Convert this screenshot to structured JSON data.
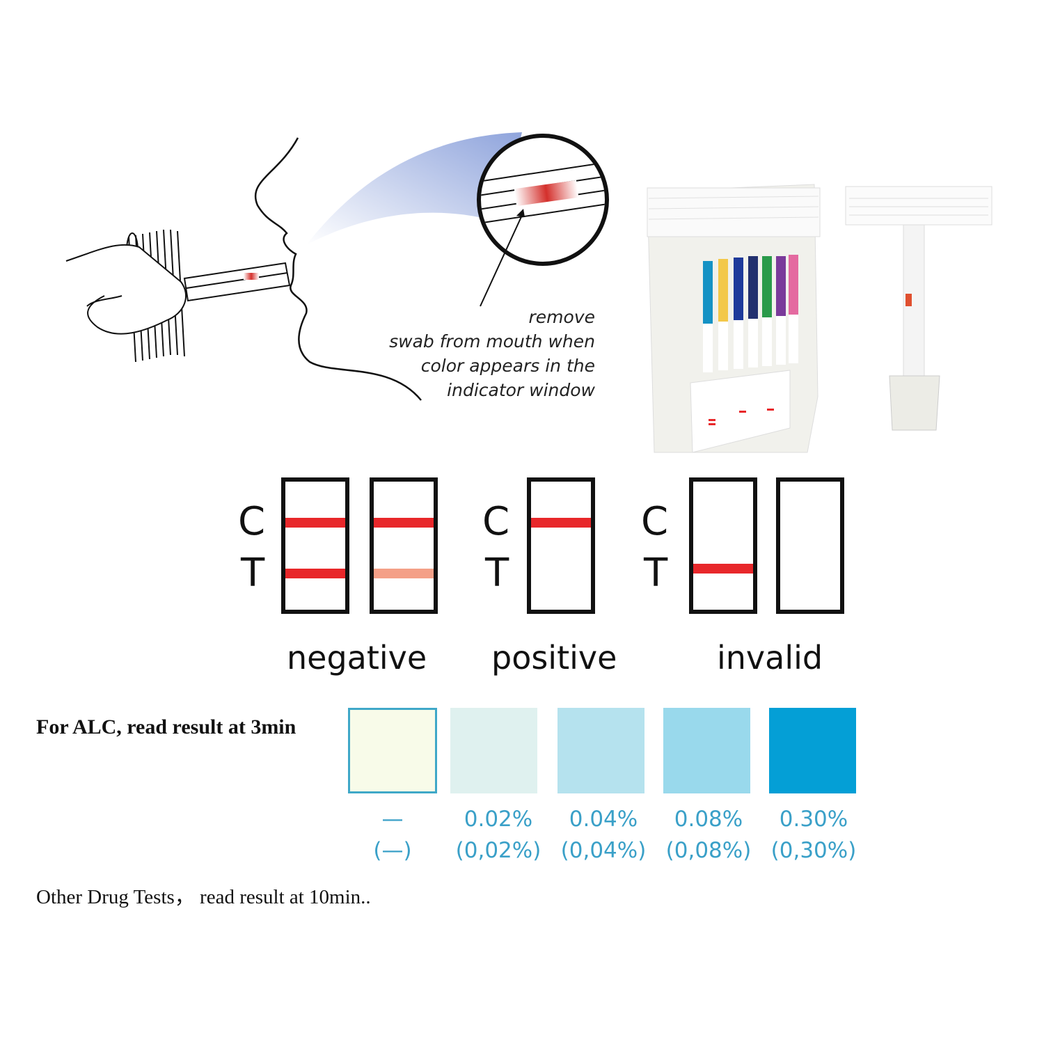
{
  "illustration": {
    "caption_lines": [
      "remove",
      "swab from mouth when",
      "color appears in the",
      "indicator window"
    ]
  },
  "strips": {
    "control_label": "C",
    "test_label": "T",
    "results": [
      {
        "label": "negative"
      },
      {
        "label": "positive"
      },
      {
        "label": "invalid"
      }
    ],
    "line_color": "#e8272a",
    "faint_line_color": "#f4a088"
  },
  "alcohol": {
    "heading": "For ALC, read result at 3min",
    "swatches": [
      {
        "label": "—",
        "sublabel": "(—)",
        "color": "#f8fbe9"
      },
      {
        "label": "0.02%",
        "sublabel": "(0,02%)",
        "color": "#dff1ef"
      },
      {
        "label": "0.04%",
        "sublabel": "(0,04%)",
        "color": "#b5e2ee"
      },
      {
        "label": "0.08%",
        "sublabel": "(0,08%)",
        "color": "#99d9ec"
      },
      {
        "label": "0.30%",
        "sublabel": "(0,30%)",
        "color": "#049fd6"
      }
    ]
  },
  "footer_note": "Other Drug Tests， read result at 10min.."
}
